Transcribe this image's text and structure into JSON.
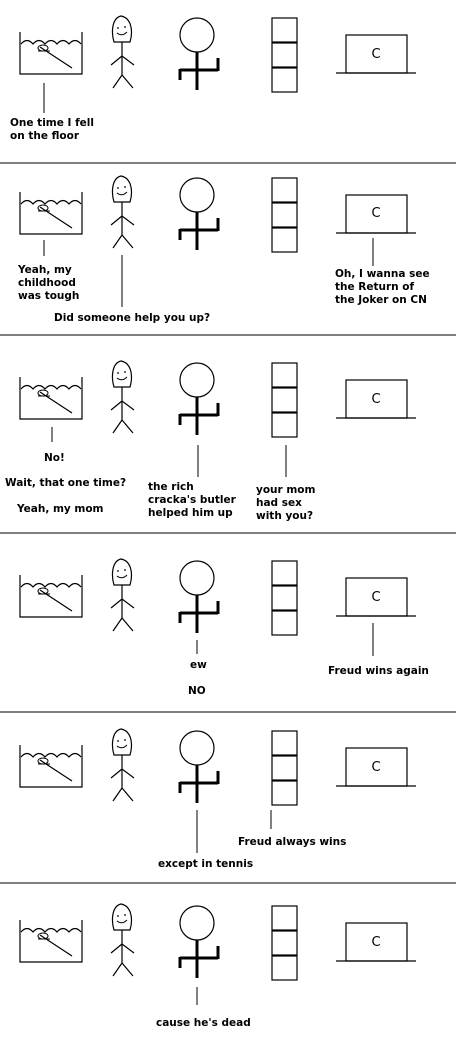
{
  "panels": [
    {
      "tv_letter": "C",
      "captions": {
        "tank": "One time I fell\non the floor"
      }
    },
    {
      "tv_letter": "C",
      "captions": {
        "tank": "Yeah, my\nchildhood\nwas tough",
        "gem": "Did someone help you up?",
        "tv": "Oh, I wanna see\nthe Return of\nthe Joker on CN"
      }
    },
    {
      "tv_letter": "C",
      "captions": {
        "tank": "No!",
        "tank_2": "Wait, that one time?",
        "tank_3": "Yeah, my mom",
        "stick": "the rich\ncracka's butler\nhelped him up",
        "boxes": "your mom\nhad sex\nwith you?"
      }
    },
    {
      "tv_letter": "C",
      "captions": {
        "stick": "ew",
        "stick_2": "NO",
        "tv": "Freud wins again"
      }
    },
    {
      "tv_letter": "C",
      "captions": {
        "stick": "except in tennis",
        "boxes": "Freud always wins"
      }
    },
    {
      "tv_letter": "C",
      "captions": {
        "stick": "cause he's dead"
      }
    }
  ]
}
